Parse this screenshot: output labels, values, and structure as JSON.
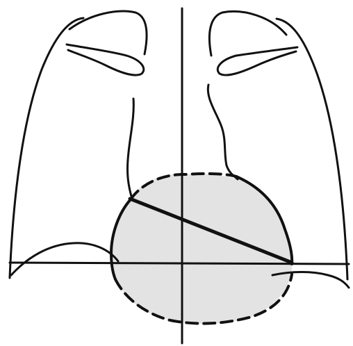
{
  "colors": {
    "background": "#ffffff",
    "ink": "#111111",
    "heart_fill": "#e3e3e3"
  },
  "diagram": {
    "elements": [
      "thorax-outline",
      "clavicles",
      "mediastinum-borders",
      "heart-silhouette",
      "vertical-midline",
      "horizontal-reference-line",
      "diagonal-heart-axis",
      "diaphragm-domes"
    ]
  }
}
